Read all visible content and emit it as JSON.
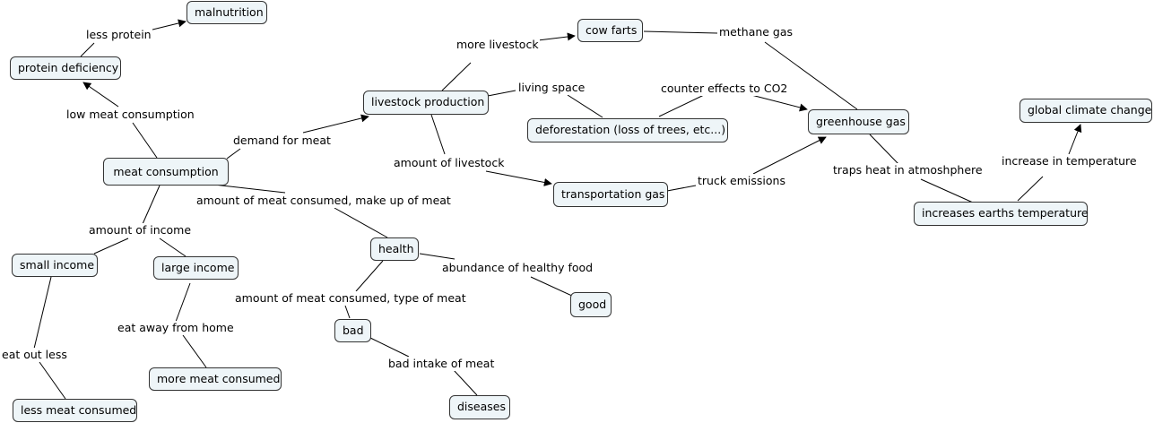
{
  "concepts": {
    "malnutrition": "malnutrition",
    "protein_deficiency": "protein deficiency",
    "meat_consumption": "meat consumption",
    "small_income": "small income",
    "large_income": "large income",
    "less_meat_consumed": "less meat consumed",
    "more_meat_consumed": "more meat consumed",
    "livestock_production": "livestock production",
    "cow_farts": "cow farts",
    "deforestation": "deforestation (loss of trees, etc...)",
    "transportation_gas": "transportation gas",
    "greenhouse_gas": "greenhouse gas",
    "global_climate_change": "global climate change",
    "increases_earths_temperature": "increases earths temperature",
    "health": "health",
    "good": "good",
    "bad": "bad",
    "diseases": "diseases"
  },
  "links": {
    "less_protein": "less protein",
    "low_meat_consumption": "low meat consumption",
    "demand_for_meat": "demand for meat",
    "more_livestock": "more livestock",
    "methane_gas": "methane gas",
    "living_space": "living space",
    "counter_effects": "counter effects to CO2",
    "amount_of_livestock": "amount of livestock",
    "truck_emissions": "truck emissions",
    "traps_heat": "traps heat in atmoshphere",
    "increase_in_temperature": "increase in temperature",
    "amount_consumed_makeup": "amount of meat consumed, make up of meat",
    "amount_of_income": "amount of income",
    "eat_out_less": "eat out less",
    "eat_away": "eat away from home",
    "abundance_healthy": "abundance of healthy food",
    "amount_consumed_type": "amount of meat consumed, type of meat",
    "bad_intake": "bad intake of meat"
  },
  "colors": {
    "node_fill": "#eef5f8",
    "node_border": "#333333",
    "line": "#000000"
  }
}
